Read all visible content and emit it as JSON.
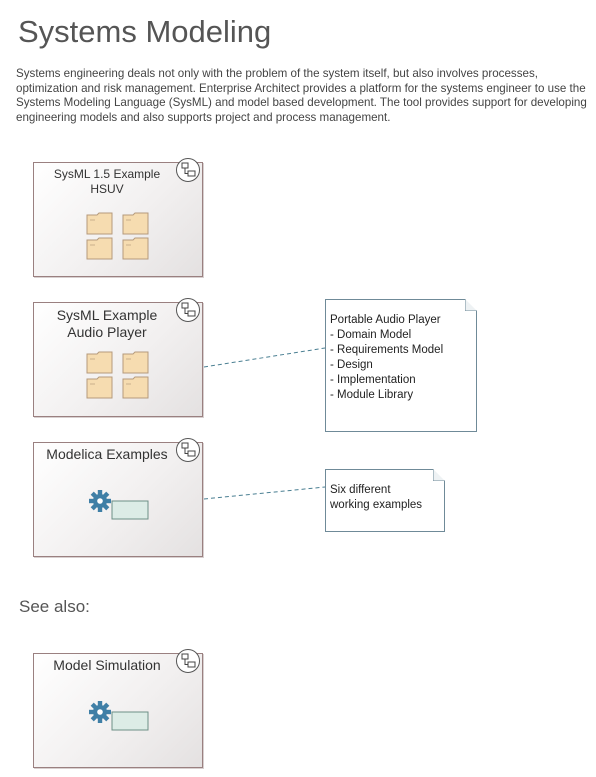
{
  "page": {
    "title": "Systems Modeling",
    "intro": "Systems engineering deals not only with the problem of the system itself, but also involves processes, optimization and risk management.  Enterprise Architect provides a platform for the systems engineer to use the Systems Modeling Language (SysML) and model based development.  The tool provides support for developing engineering models and also supports project and process management.",
    "see_also": "See also:"
  },
  "packages": [
    {
      "title": "SysML 1.5 Example HSUV",
      "contents_icon": "folders-icon"
    },
    {
      "title": "SysML Example Audio Player",
      "contents_icon": "folders-icon"
    },
    {
      "title": "Modelica Examples",
      "contents_icon": "simulation-gear-icon"
    },
    {
      "title": "Model Simulation",
      "contents_icon": "simulation-gear-icon"
    }
  ],
  "notes": [
    {
      "lines": [
        "Portable Audio Player",
        "- Domain Model",
        "- Requirements Model",
        "- Design",
        "- Implementation",
        "- Module Library"
      ]
    },
    {
      "lines": [
        "Six different",
        "working examples"
      ]
    }
  ],
  "colors": {
    "folder_fill": "#f6dcb0",
    "folder_stroke": "#b59a7c",
    "gear": "#3f7fa6",
    "sim_box": "#dcece6",
    "connector": "#4a7f92",
    "note_border": "#6f8a98"
  }
}
